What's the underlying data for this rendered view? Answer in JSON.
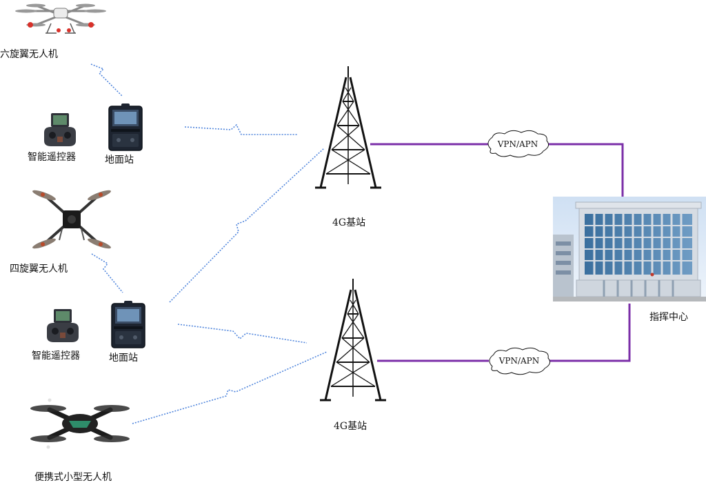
{
  "labels": {
    "hexacopter": "六旋翼无人机",
    "controller_1": "智能遥控器",
    "ground_station_1": "地面站",
    "quadcopter": "四旋翼无人机",
    "controller_2": "智能遥控器",
    "ground_station_2": "地面站",
    "portable_drone": "便携式小型无人机",
    "tower_1": "4G基站",
    "tower_2": "4G基站",
    "command_center": "指挥中心",
    "vpn_1": "VPN/APN",
    "vpn_2": "VPN/APN"
  },
  "colors": {
    "wireless": "#2f6fd6",
    "wired": "#7b2fa8",
    "tower": "#111111"
  }
}
